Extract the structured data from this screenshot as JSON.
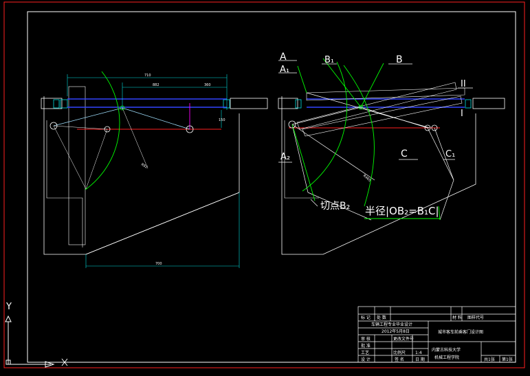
{
  "colors": {
    "background": "#000000",
    "frame": "#ffffff",
    "outer_border": "#ff0000",
    "geometry_green": "#00ff00",
    "door_blue": "#3344ff",
    "axis_red": "#ff2020",
    "dim_cyan": "#00e0e0",
    "magenta": "#ff00ff",
    "linework": "#ffffff"
  },
  "left_view": {
    "dimensions": {
      "top_total": "710",
      "top_inner": "882",
      "top_right": "360",
      "right_vertical": "150",
      "radius": "R82",
      "bottom": "700"
    }
  },
  "right_view": {
    "labels": {
      "A": "A",
      "A1": "A₁",
      "A2": "A₂",
      "B": "B",
      "B1": "B₁",
      "C": "C",
      "C1": "C₁",
      "II": "II",
      "I": "I",
      "tangent_point": "切点B₂",
      "radius_note": "半径|OB₂=B₁C|",
      "radius_dim": "R465"
    }
  },
  "title_block": {
    "drawing_title": "城市客车前乘客门设计图",
    "school": "内蒙古科技大学",
    "college": "机械工程学院",
    "project": "车辆工程专业毕业设计",
    "date": "2012年5月8日",
    "scale_label": "比例尺",
    "scale_value": "1:4",
    "rows": [
      "设 计",
      "审 核",
      "批 准",
      "工艺"
    ],
    "cols": [
      "标 记",
      "处 数",
      "更改文件号",
      "签 名",
      "日 期"
    ],
    "sheet_total": "共1张",
    "sheet_no": "第1张",
    "material_label": "材 料",
    "drawing_no_label": "图样代号"
  },
  "ucs": {
    "x_label": "X",
    "y_label": "Y"
  }
}
